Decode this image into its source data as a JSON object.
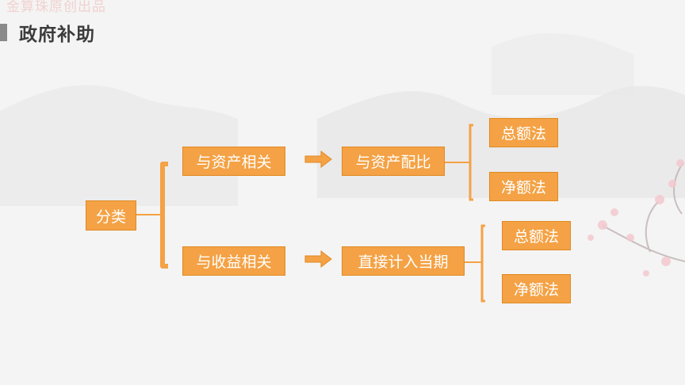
{
  "watermark": "金算珠原创出品",
  "title": "政府补助",
  "root": "分类",
  "branches": [
    {
      "label": "与资产相关",
      "method": "与资产配比",
      "options": [
        "总额法",
        "净额法"
      ]
    },
    {
      "label": "与收益相关",
      "method": "直接计入当期",
      "options": [
        "总额法",
        "净额法"
      ]
    }
  ],
  "colors": {
    "box_fill": "#f4a245",
    "box_border": "#e08a24",
    "bracket": "#f4a245",
    "title_bar": "#8a8a8a"
  }
}
